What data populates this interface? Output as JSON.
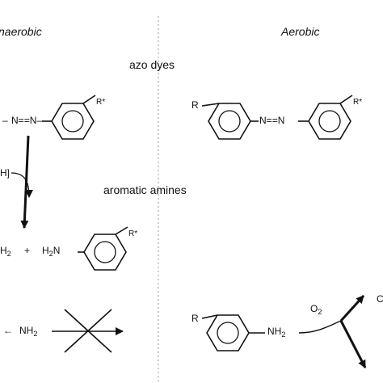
{
  "headings": {
    "anaerobic": "naerobic",
    "aerobic": "Aerobic"
  },
  "captions": {
    "azo_dyes": "azo dyes",
    "aromatic_amines": "aromatic amines"
  },
  "anaerobic_azo": {
    "bond_left": "–",
    "n1": "N",
    "double_bond": "=",
    "n2": "N",
    "dash": "–",
    "substituent": "R*"
  },
  "reductant": "H]",
  "products": {
    "left_amine": "H",
    "left_amine_sub": "2",
    "plus": "+",
    "right_amine_H": "H",
    "right_amine_sub": "2",
    "right_amine_N": "N",
    "substituent": "R*"
  },
  "anaerobic_amine": {
    "arrow_stub": "←",
    "nh": "NH",
    "nh_sub": "2"
  },
  "aerobic_azo": {
    "left_substituent": "R",
    "n1": "N",
    "double_bond": "=",
    "n2": "N",
    "right_substituent": "R*"
  },
  "aerobic_amine": {
    "substituent": "R",
    "nh": "NH",
    "nh_sub": "2",
    "oxidant": "O",
    "oxidant_sub": "2",
    "product_fragment": "C"
  },
  "colors": {
    "ink": "#111111",
    "divider": "#9a9a9a"
  }
}
